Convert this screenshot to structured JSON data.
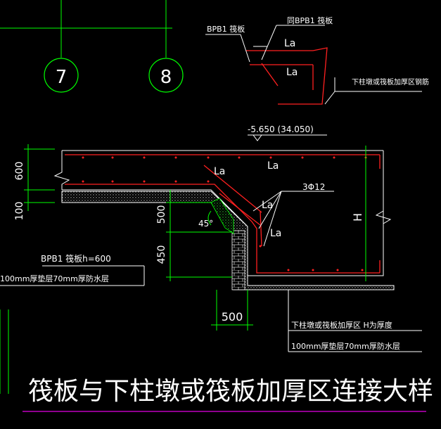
{
  "colors": {
    "background": "#000000",
    "dimension": "#00ff00",
    "rebar": "#ff2020",
    "text": "#ffffff",
    "outline": "#ffffff",
    "title_underline": "#c000c0"
  },
  "grid_axes": {
    "left": "7",
    "right": "8"
  },
  "top_detail": {
    "bpb1_label": "BPB1 筏板",
    "same_bpb1_label": "同BPB1 筏板",
    "la_upper": "La",
    "la_lower": "La",
    "rebar_note": "下柱墩或筏板加厚区钢筋"
  },
  "main_detail": {
    "elevation": "-5.650 (34.050)",
    "la_top_right": "La",
    "la_top_left": "La",
    "la_mid": "La",
    "la_low": "La",
    "rebar_spec": "3Φ12",
    "angle": "45°",
    "height_label": "H",
    "dim_600": "600",
    "dim_100": "100",
    "dim_500_vertical": "500",
    "dim_450": "450",
    "dim_500_horizontal": "500",
    "raft_label": "BPB1 筏板h=600",
    "raft_layers": "100mm厚垫层70mm厚防水层",
    "thick_zone_label": "下柱墩或筏板加厚区 H为厚度",
    "thick_zone_layers": "100mm厚垫层70mm厚防水层"
  },
  "title": "筏板与下柱墩或筏板加厚区连接大样"
}
